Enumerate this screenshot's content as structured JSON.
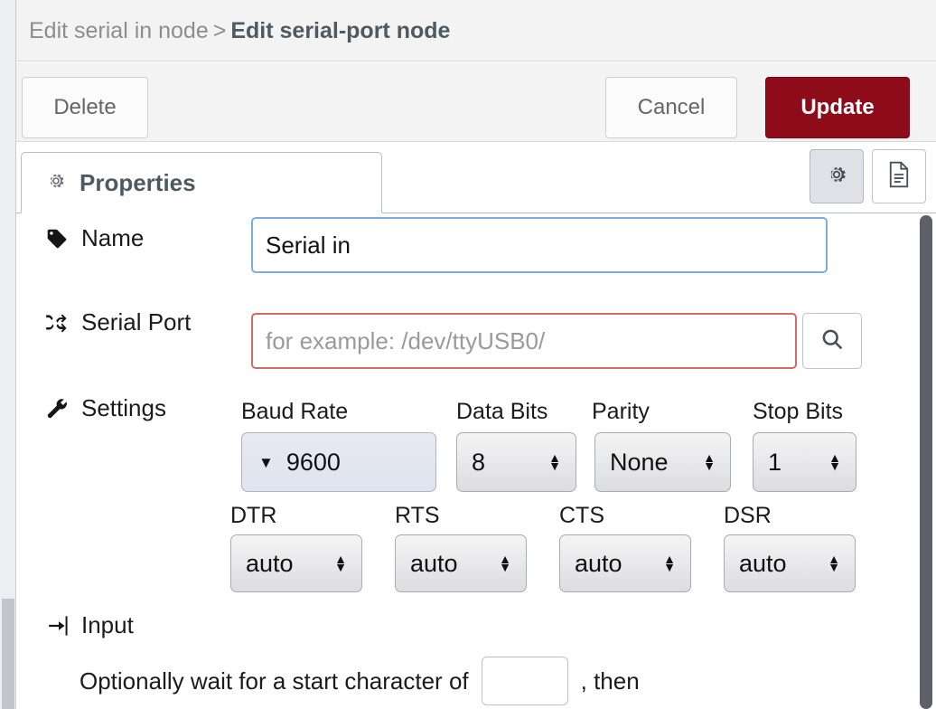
{
  "header": {
    "breadcrumb_previous": "Edit serial in node",
    "breadcrumb_separator": ">",
    "breadcrumb_current": "Edit serial-port node"
  },
  "toolbar": {
    "delete_label": "Delete",
    "cancel_label": "Cancel",
    "update_label": "Update",
    "update_color": "#8e0b1a"
  },
  "tabs": {
    "properties_label": "Properties",
    "gear_icon": "gear-icon",
    "panel_buttons": [
      {
        "icon": "gear-icon",
        "active": true
      },
      {
        "icon": "document-icon",
        "active": false
      }
    ]
  },
  "form": {
    "name": {
      "label": "Name",
      "icon": "tag-icon",
      "value": "Serial in",
      "placeholder": "Name",
      "state": "focused"
    },
    "serial_port": {
      "label": "Serial Port",
      "icon": "shuffle-icon",
      "value": "",
      "placeholder": "for example: /dev/ttyUSB0/",
      "state": "invalid",
      "search_icon": "search-icon"
    },
    "settings": {
      "label": "Settings",
      "icon": "wrench-icon",
      "fields": [
        {
          "label": "Baud Rate",
          "value": "9600",
          "type": "combo"
        },
        {
          "label": "Data Bits",
          "value": "8",
          "type": "select"
        },
        {
          "label": "Parity",
          "value": "None",
          "type": "select"
        },
        {
          "label": "Stop Bits",
          "value": "1",
          "type": "select"
        }
      ],
      "flow_control": [
        {
          "label": "DTR",
          "value": "auto"
        },
        {
          "label": "RTS",
          "value": "auto"
        },
        {
          "label": "CTS",
          "value": "auto"
        },
        {
          "label": "DSR",
          "value": "auto"
        }
      ]
    },
    "input_section": {
      "label": "Input",
      "icon": "sign-in-icon",
      "text_before": "Optionally wait for a start character of",
      "start_char_value": "",
      "text_after": ", then"
    }
  }
}
